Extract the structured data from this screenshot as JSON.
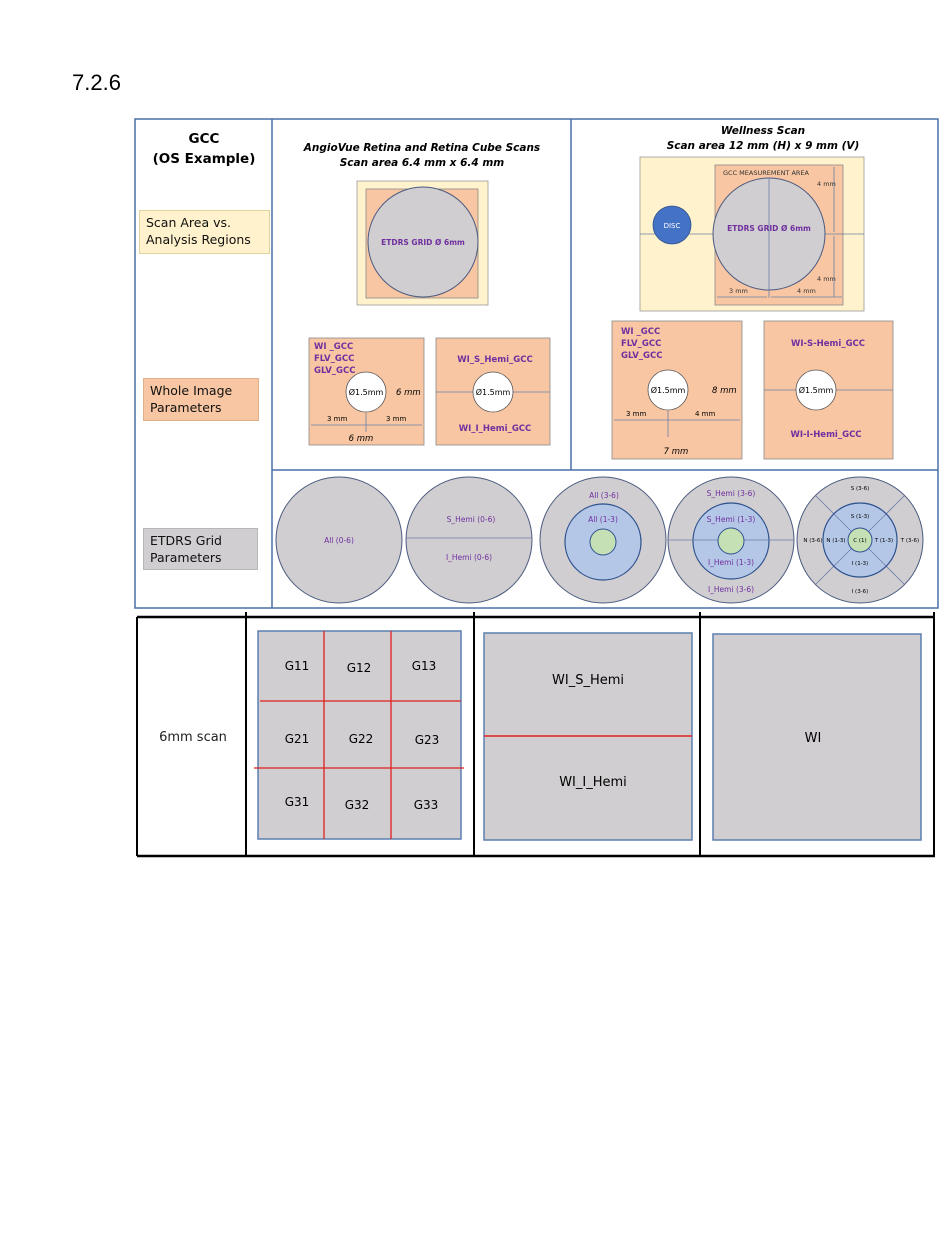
{
  "section_number": "7.2.6",
  "header": {
    "title_line1": "GCC",
    "title_line2": "(OS Example)",
    "angio_title": "AngioVue Retina and Retina Cube Scans",
    "angio_area": "Scan area 6.4 mm x 6.4 mm",
    "wellness_title": "Wellness Scan",
    "wellness_area": "Scan area 12 mm (H) x 9 mm (V)"
  },
  "row_labels": {
    "scan_area_line1": "Scan Area vs.",
    "scan_area_line2": "Analysis Regions",
    "whole_image_line1": "Whole Image",
    "whole_image_line2": "Parameters",
    "etdrs_line1": "ETDRS Grid",
    "etdrs_line2": "Parameters"
  },
  "angio_scan_area": {
    "grid_label": "ETDRS GRID Ø 6mm"
  },
  "wellness_scan_area": {
    "measurement_label": "GCC MEASUREMENT AREA",
    "disc_label": "DISC",
    "grid_label": "ETDRS GRID Ø 6mm",
    "dim_top": "4 mm",
    "dim_bottom": "4 mm",
    "dim_left": "3 mm",
    "dim_right": "4 mm"
  },
  "angio_whole": {
    "params": [
      "WI _GCC",
      "FLV_GCC",
      "GLV_GCC"
    ],
    "center": "Ø1.5mm",
    "size_v": "6 mm",
    "dim_left": "3 mm",
    "dim_right": "3 mm",
    "size_h": "6 mm"
  },
  "angio_hemi": {
    "top": "WI_S_Hemi_GCC",
    "center": "Ø1.5mm",
    "bottom": "WI_I_Hemi_GCC"
  },
  "wellness_whole": {
    "params": [
      "WI _GCC",
      "FLV_GCC",
      "GLV_GCC"
    ],
    "center": "Ø1.5mm",
    "size_v": "8 mm",
    "dim_left": "3 mm",
    "dim_right": "4 mm",
    "size_h": "7 mm"
  },
  "wellness_hemi": {
    "top": "WI-S-Hemi_GCC",
    "center": "Ø1.5mm",
    "bottom": "WI-I-Hemi_GCC"
  },
  "etdrs": {
    "all_06": "All (0-6)",
    "s_hemi_06": "S_Hemi (0-6)",
    "i_hemi_06": "I_Hemi (0-6)",
    "all_36": "All (3-6)",
    "all_13": "All (1-3)",
    "s_hemi_36": "S_Hemi (3-6)",
    "s_hemi_13": "S_Hemi (1-3)",
    "i_hemi_13": "I_Hemi (1-3)",
    "i_hemi_36": "I_Hemi (3-6)",
    "s_36": "S (3-6)",
    "s_13": "S (1-3)",
    "n_36": "N (3-6)",
    "n_13": "N (1-3)",
    "c_1": "C (1)",
    "t_13": "T (1-3)",
    "t_36": "T (3-6)",
    "i_13": "I (1-3)",
    "i_36": "I (3-6)"
  },
  "bottom_table": {
    "row_label": "6mm scan",
    "grid": [
      "G11",
      "G12",
      "G13",
      "G21",
      "G22",
      "G23",
      "G31",
      "G32",
      "G33"
    ],
    "hemi_top": "WI_S_Hemi",
    "hemi_bottom": "WI_I_Hemi",
    "whole": "WI"
  },
  "colors": {
    "frame": "#4a6fa5",
    "peach": "#f8c6a2",
    "cream": "#fff2cc",
    "gray": "#d0ced0",
    "blue_disc": "#4472c4",
    "ring_blue": "#b4c7e7",
    "center_green": "#c5e0b4",
    "purple_text": "#7030a0",
    "red_line": "#e02020"
  }
}
